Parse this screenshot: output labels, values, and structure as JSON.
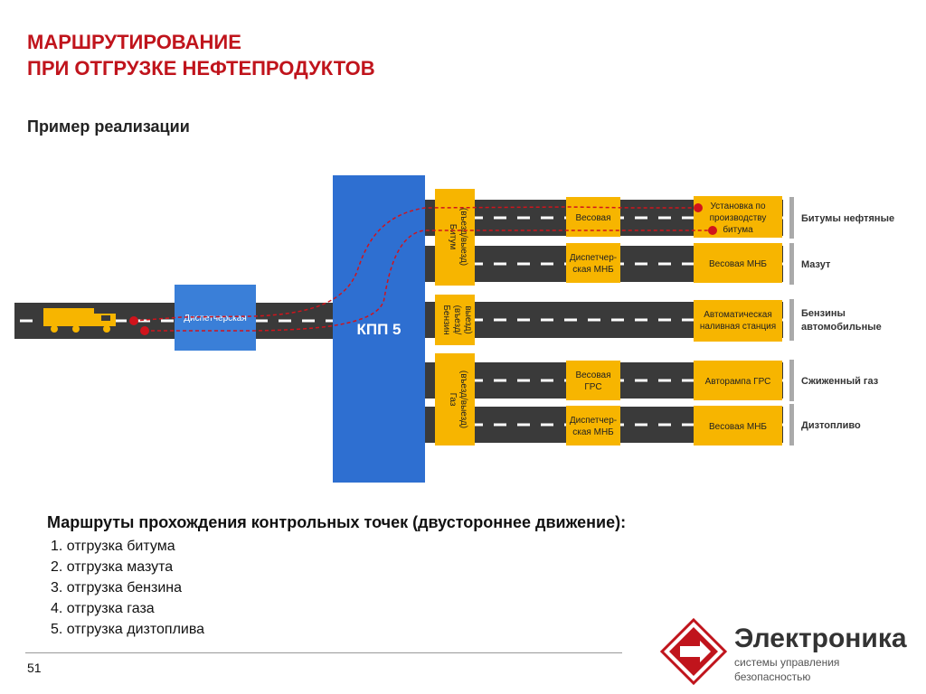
{
  "title": {
    "line1": "МАРШРУТИРОВАНИЕ",
    "line2": "ПРИ ОТГРУЗКЕ НЕФТЕПРОДУКТОВ"
  },
  "subtitle": "Пример реализации",
  "diagram": {
    "dispatcher_label": "Диспетчерская",
    "kpp_label": "КПП 5",
    "gates": [
      {
        "line1": "Битум",
        "line2": "(въезд/выезд)"
      },
      {
        "line1": "Бензин",
        "line2": "(въезд/",
        "line3": "выезд)"
      },
      {
        "line1": "Газ",
        "line2": "(въезд/выезд)"
      }
    ],
    "middle_boxes": [
      {
        "line1": "Весовая",
        "line2": ""
      },
      {
        "line1": "Диспетчер-",
        "line2": "ская МНБ"
      },
      {
        "line1": "Весовая",
        "line2": "ГРС"
      },
      {
        "line1": "Диспетчер-",
        "line2": "ская МНБ"
      }
    ],
    "end_boxes": [
      {
        "line1": "Установка по",
        "line2": "производству",
        "line3": "битума"
      },
      {
        "line1": "Весовая МНБ",
        "line2": ""
      },
      {
        "line1": "Автоматическая",
        "line2": "наливная станция"
      },
      {
        "line1": "Авторампа ГРС",
        "line2": ""
      },
      {
        "line1": "Весовая МНБ",
        "line2": ""
      }
    ],
    "products": [
      {
        "line1": "Битумы нефтяные",
        "line2": ""
      },
      {
        "line1": "Мазут",
        "line2": ""
      },
      {
        "line1": "Бензины",
        "line2": "автомобильные"
      },
      {
        "line1": "Сжиженный газ",
        "line2": ""
      },
      {
        "line1": "Дизтопливо",
        "line2": ""
      }
    ],
    "colors": {
      "road": "#3a3a3a",
      "kpp": "#2e6fd1",
      "dispatcher": "#3a7fd8",
      "box": "#f7b500",
      "route": "#d0141c",
      "truck": "#f7b500"
    }
  },
  "routes": {
    "heading": "Маршруты  прохождения контрольных точек (двустороннее движение):",
    "items": [
      {
        "num": "1.",
        "text": "отгрузка битума"
      },
      {
        "num": "2.",
        "text": "отгрузка мазута"
      },
      {
        "num": "3.",
        "text": "отгрузка бензина"
      },
      {
        "num": "4.",
        "text": "отгрузка газа"
      },
      {
        "num": "5.",
        "text": "отгрузка дизтоплива"
      }
    ]
  },
  "page_number": "51",
  "logo": {
    "name": "Электроника",
    "sub_line1": "системы управления",
    "sub_line2": "безопасностью",
    "icon": "electronika-logo-icon",
    "color": "#c0141c"
  }
}
